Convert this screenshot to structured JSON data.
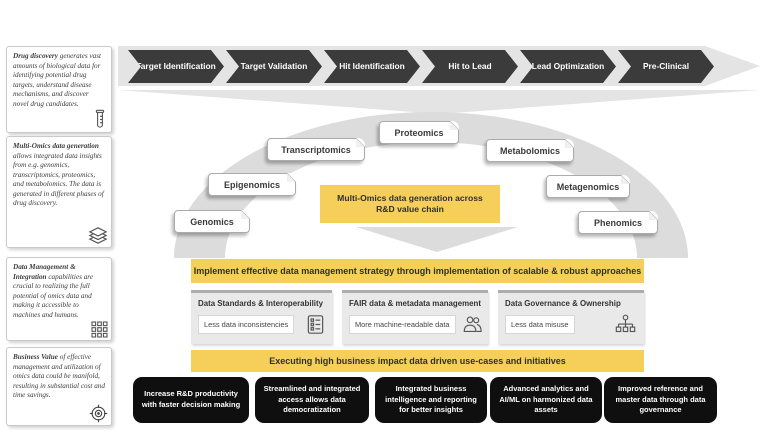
{
  "sidebar": {
    "notes": [
      {
        "lead": "Drug discovery",
        "text": " generates vast amounts of biological data for identifying potential drug targets, understand disease mechanisms, and discover novel drug candidates.",
        "icon": "test-tube"
      },
      {
        "lead": "Multi-Omics data generation",
        "text": " allows integrated data insights from e.g. genomics, transcriptomics, proteomics, and metabolomics. The data is generated in different phases of drug discovery.",
        "icon": "layers"
      },
      {
        "lead": "Data Management & Integration",
        "text": " capabilities are crucial to realizing the full potential of omics data and making it accessible to machines and humans.",
        "icon": "grid"
      },
      {
        "lead": "Business Value",
        "text": " of effective management and utilization of omics data could be manifold, resulting in substantial cost and time savings.",
        "icon": "target"
      }
    ]
  },
  "pipeline": {
    "stages": [
      "Target Identification",
      "Target Validation",
      "Hit Identification",
      "Hit to Lead",
      "Lead Optimization",
      "Pre-Clinical"
    ]
  },
  "omics": {
    "labels": [
      "Genomics",
      "Epigenomics",
      "Transcriptomics",
      "Proteomics",
      "Metabolomics",
      "Metagenomics",
      "Phenomics"
    ],
    "center_label": "Multi-Omics data generation across R&D value chain"
  },
  "management": {
    "banner": "Implement effective data management strategy through implementation of scalable & robust approaches",
    "cards": [
      {
        "title": "Data Standards & Interoperability",
        "value": "Less data inconsistencies",
        "icon": "checklist"
      },
      {
        "title": "FAIR data & metadata management",
        "value": "More machine-readable data",
        "icon": "people"
      },
      {
        "title": "Data Governance & Ownership",
        "value": "Less data misuse",
        "icon": "org-chart"
      }
    ]
  },
  "business": {
    "banner": "Executing high business impact data driven use-cases and initiatives",
    "outcomes": [
      "Increase R&D productivity with faster decision making",
      "Streamlined and integrated access allows data democratization",
      "Integrated business intelligence and reporting for better insights",
      "Advanced analytics and AI/ML on harmonized data assets",
      "Improved reference and master data through data governance"
    ]
  },
  "colors": {
    "accent_yellow": "#F5CF5A",
    "stage_dark": "#3B3B3B",
    "outcome_black": "#0F0F0F",
    "band_gray": "#E4E4E4",
    "arch_gray": "#DCDCDC"
  }
}
